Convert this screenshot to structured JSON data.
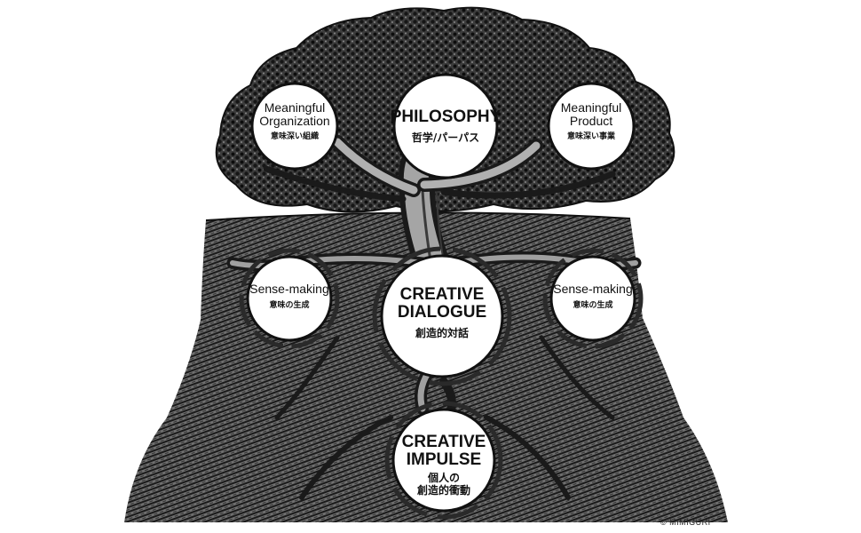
{
  "diagram": {
    "nodes": [
      {
        "id": "meaningful-organization",
        "en": "Meaningful\nOrganization",
        "ja": "意味深い組織"
      },
      {
        "id": "philosophy",
        "en": "PHILOSOPHY",
        "ja": "哲学/パーパス"
      },
      {
        "id": "meaningful-product",
        "en": "Meaningful\nProduct",
        "ja": "意味深い事業"
      },
      {
        "id": "sense-making-left",
        "en": "Sense-making",
        "ja": "意味の生成"
      },
      {
        "id": "creative-dialogue",
        "en": "CREATIVE\nDIALOGUE",
        "ja": "創造的対話"
      },
      {
        "id": "sense-making-right",
        "en": "Sense-making",
        "ja": "意味の生成"
      },
      {
        "id": "creative-impulse",
        "en": "CREATIVE\nIMPULSE",
        "ja": "個人の\n創造的衝動"
      }
    ],
    "copyright": "© MIMIGURI"
  }
}
